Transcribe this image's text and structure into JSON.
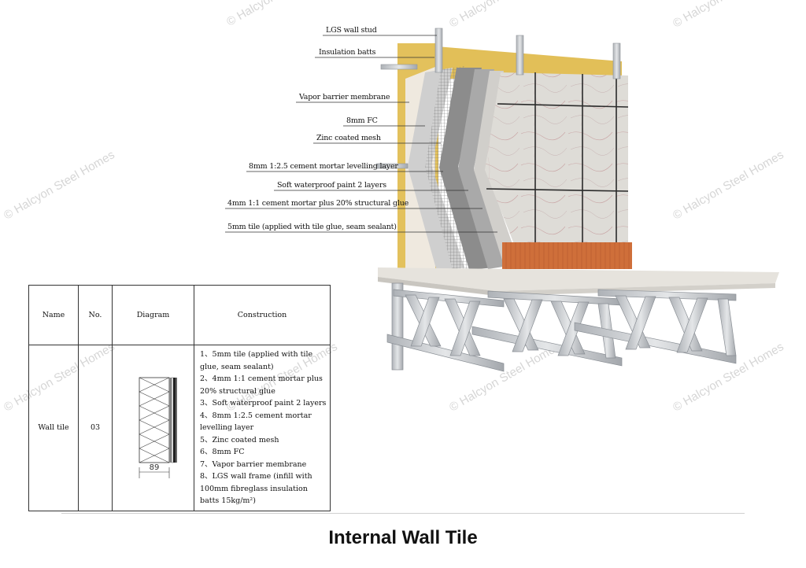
{
  "watermark": "© Halcyon Steel Homes",
  "callouts": [
    "LGS wall stud",
    "Insulation batts",
    "Vapor barrier membrane",
    "8mm FC",
    "Zinc coated mesh",
    "8mm 1:2.5 cement mortar levelling layer",
    "Soft waterproof paint 2 layers",
    "4mm 1:1 cement mortar plus 20% structural glue",
    "5mm tile (applied with tile glue, seam sealant)"
  ],
  "table": {
    "headers": {
      "name": "Name",
      "no": "No.",
      "diagram": "Diagram",
      "construction": "Construction"
    },
    "row": {
      "name": "Wall tile",
      "no": "03",
      "dimension": "89",
      "construction": [
        "1、5mm tile (applied with tile glue, seam sealant)",
        "2、4mm 1:1 cement mortar plus 20% structural glue",
        "3、Soft waterproof paint 2 layers",
        "4、8mm 1:2.5 cement mortar levelling layer",
        "5、Zinc coated mesh",
        "6、8mm FC",
        "7、Vapor barrier membrane",
        "8、LGS wall frame (infill with 100mm fibreglass insulation batts 15kg/m²)"
      ]
    }
  },
  "title": "Internal Wall Tile",
  "colors": {
    "insulation": "#e2bf58",
    "tile": "#dedcd7",
    "steel": "#c9ccd0",
    "wood_skirting": "#cf6f3a",
    "floor_board": "#e6e3dd"
  }
}
